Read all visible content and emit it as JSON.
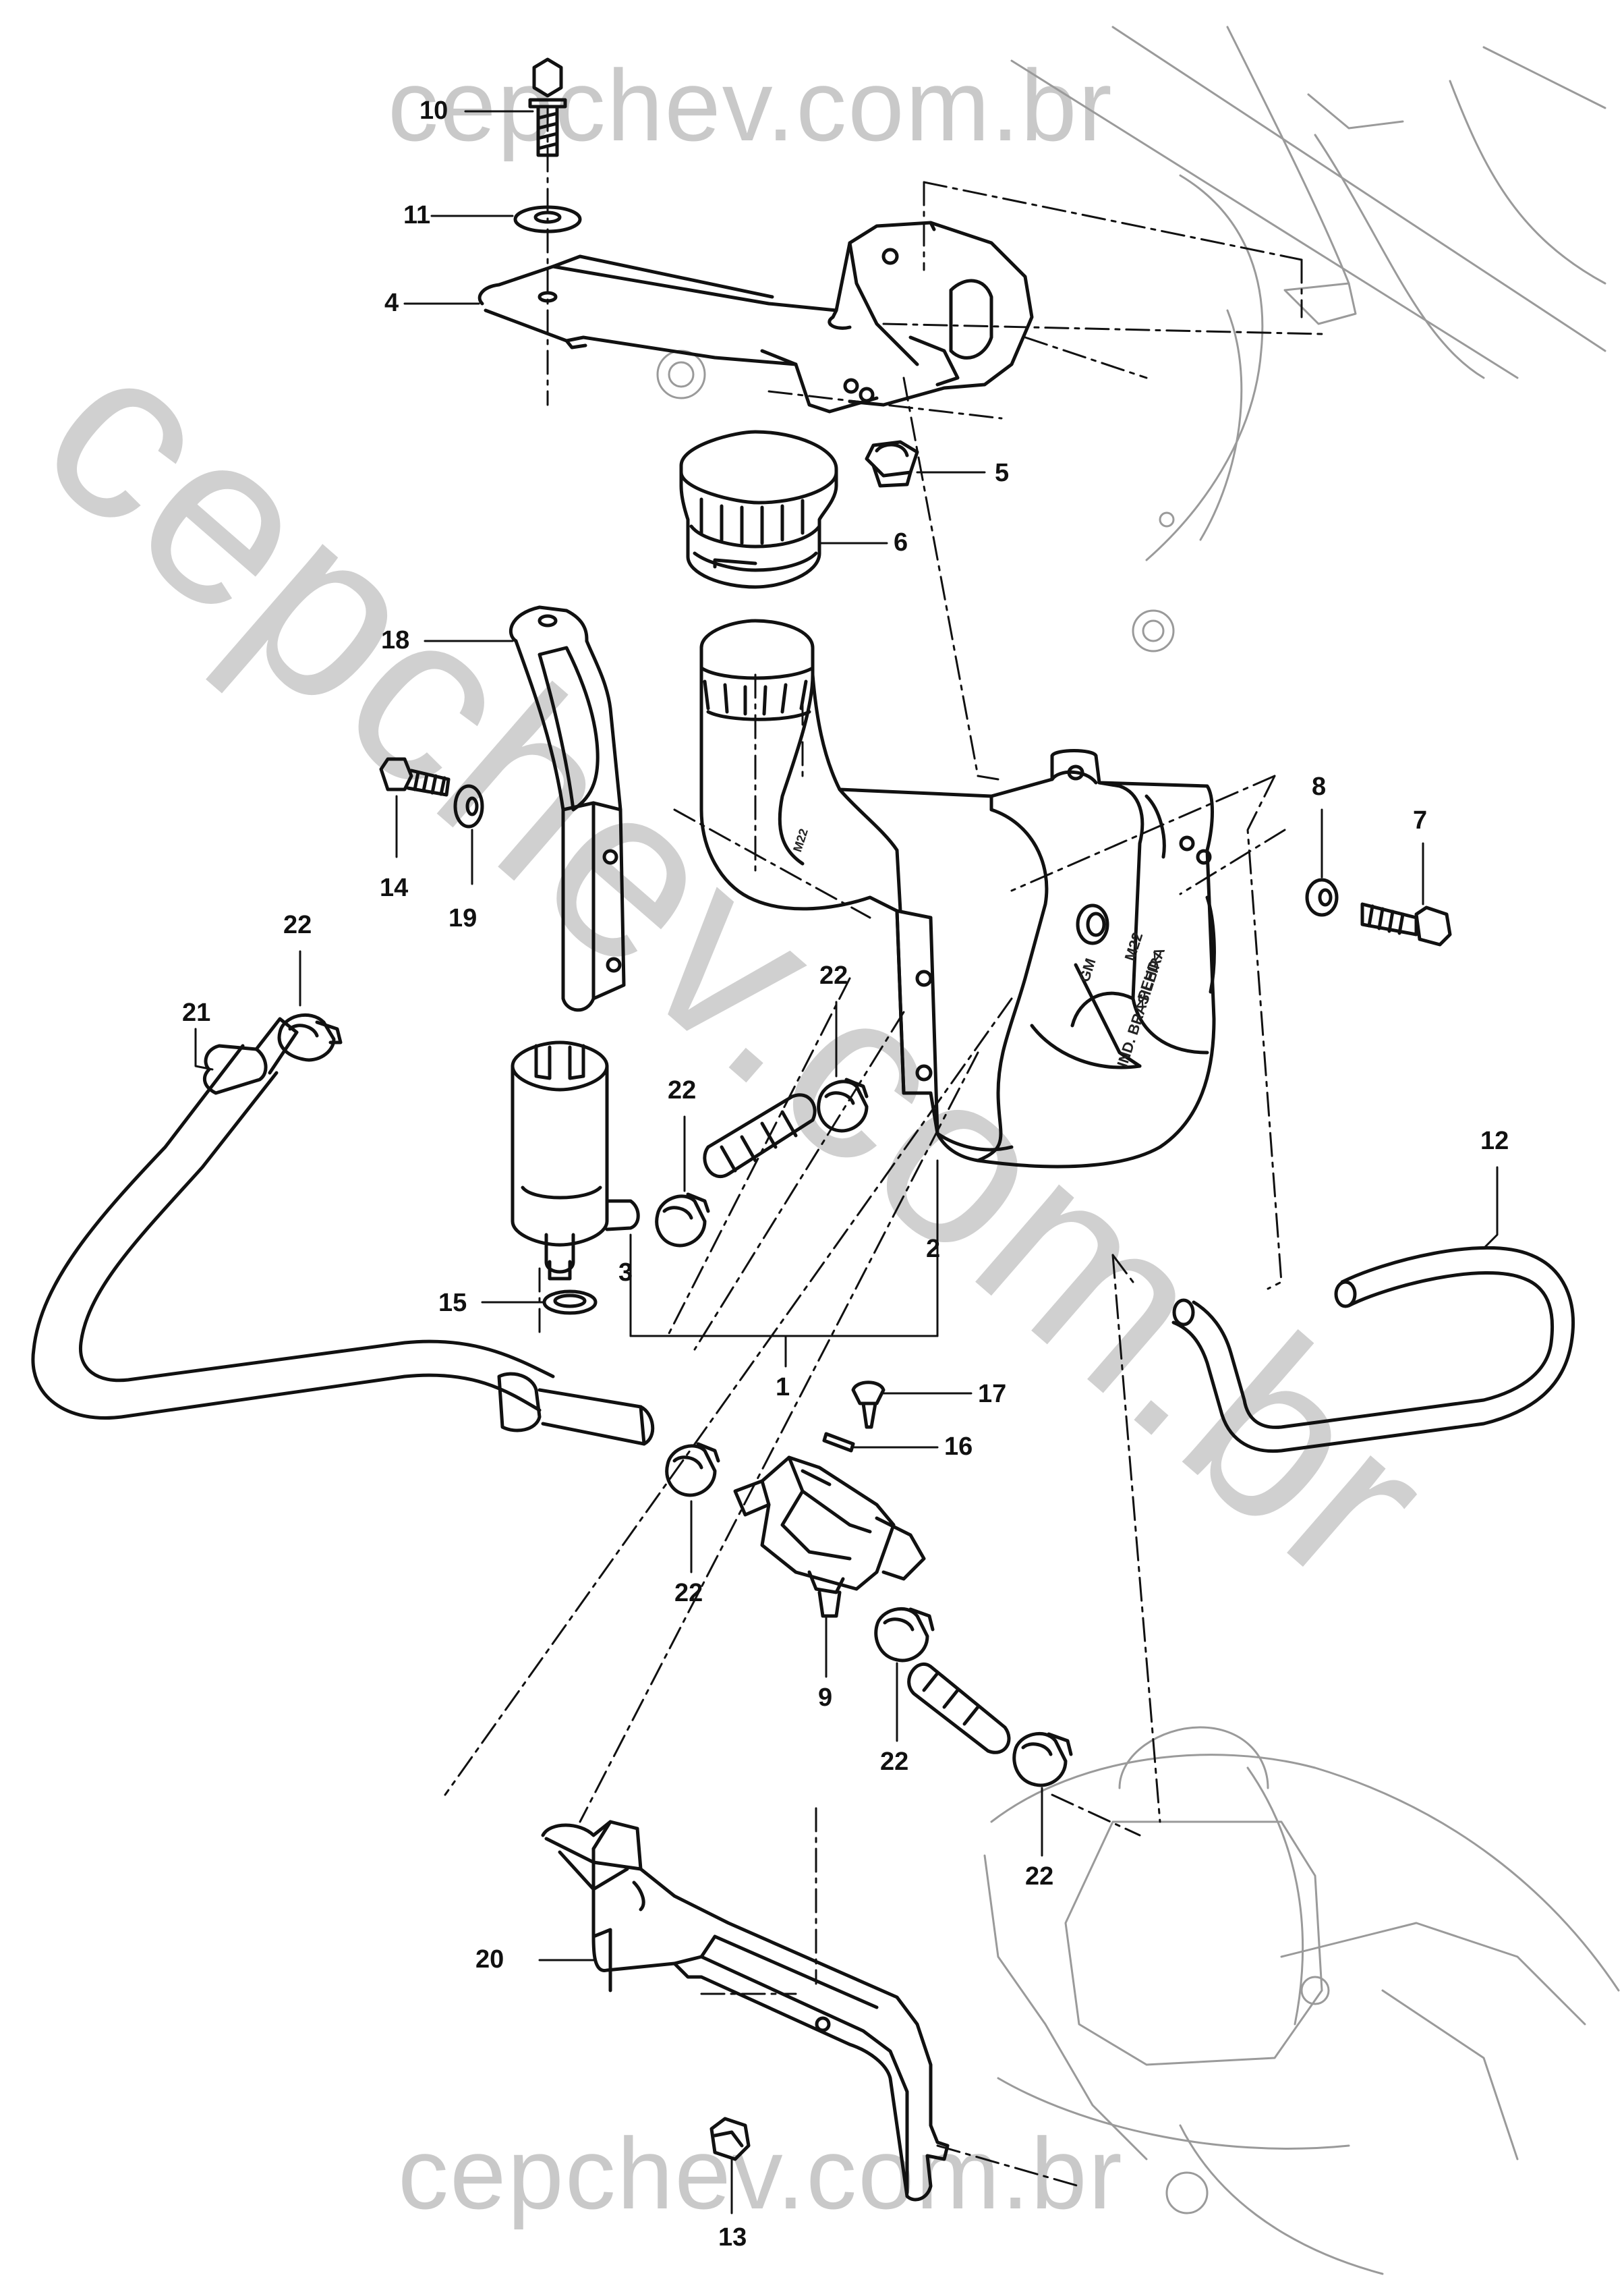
{
  "watermark": {
    "top": "cepchev.com.br",
    "bottom": "cepchev.com.br",
    "diagonal": "cepchev.com.br"
  },
  "emboss": {
    "gm": "GM",
    "m22": "M22",
    "pehd": ">PEHD<",
    "origin": "IND. BRASILEIRA",
    "neck": "M22"
  },
  "callouts": [
    {
      "id": "10",
      "label": "10"
    },
    {
      "id": "11",
      "label": "11"
    },
    {
      "id": "4",
      "label": "4"
    },
    {
      "id": "5",
      "label": "5"
    },
    {
      "id": "6",
      "label": "6"
    },
    {
      "id": "18",
      "label": "18"
    },
    {
      "id": "14",
      "label": "14"
    },
    {
      "id": "19",
      "label": "19"
    },
    {
      "id": "8",
      "label": "8"
    },
    {
      "id": "7",
      "label": "7"
    },
    {
      "id": "22a",
      "label": "22"
    },
    {
      "id": "21",
      "label": "21"
    },
    {
      "id": "22b",
      "label": "22"
    },
    {
      "id": "22c",
      "label": "22"
    },
    {
      "id": "12",
      "label": "12"
    },
    {
      "id": "3",
      "label": "3"
    },
    {
      "id": "2",
      "label": "2"
    },
    {
      "id": "15",
      "label": "15"
    },
    {
      "id": "1",
      "label": "1"
    },
    {
      "id": "17",
      "label": "17"
    },
    {
      "id": "16",
      "label": "16"
    },
    {
      "id": "22d",
      "label": "22"
    },
    {
      "id": "9",
      "label": "9"
    },
    {
      "id": "22e",
      "label": "22"
    },
    {
      "id": "22f",
      "label": "22"
    },
    {
      "id": "20",
      "label": "20"
    },
    {
      "id": "13",
      "label": "13"
    }
  ],
  "colors": {
    "line": "#111111",
    "watermark": "#c9c9c9",
    "ghost": "#9a9a9a"
  }
}
